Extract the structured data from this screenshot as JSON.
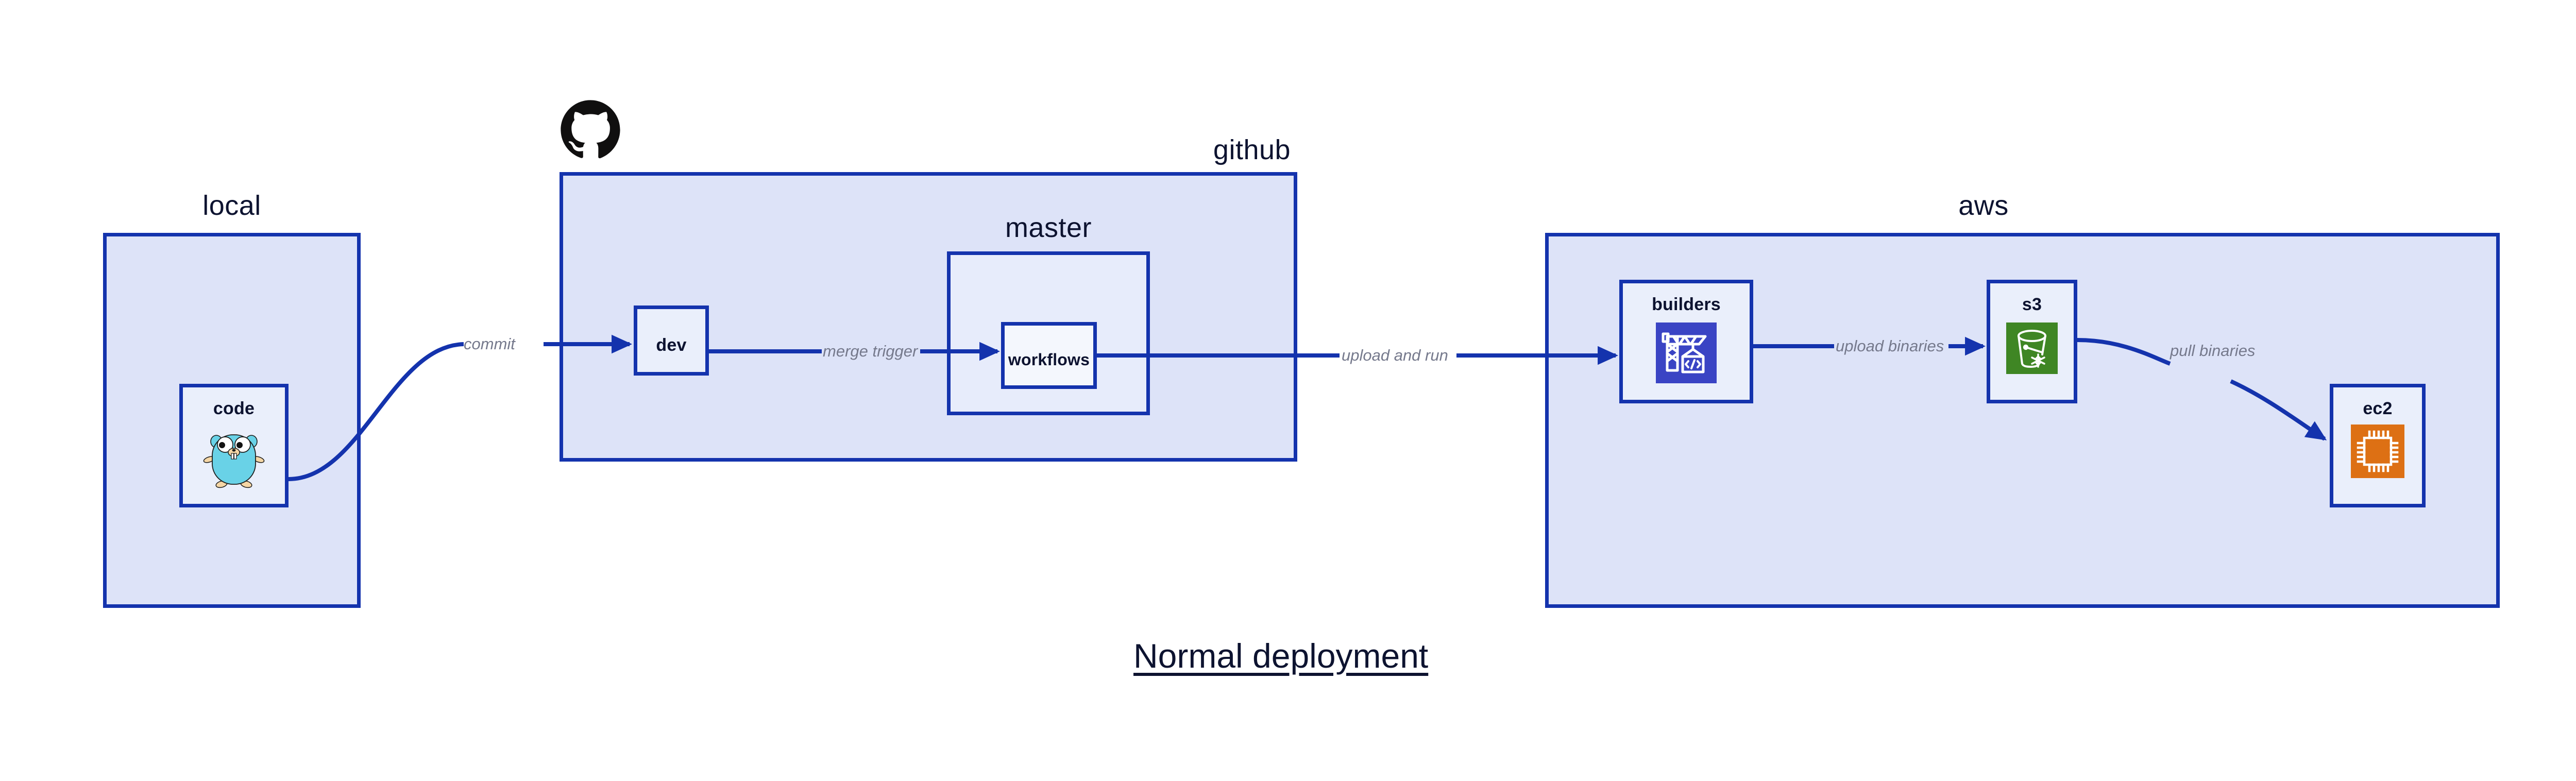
{
  "title": "Normal deployment",
  "colors": {
    "group_fill": "#dde3f8",
    "group_inner_fill": "#e7ecfb",
    "node_fill": "#eaeffb",
    "stroke": "#1433ad",
    "edge_label": "#75798c",
    "text": "#0d1330",
    "codebuild_icon": "#3a44c4",
    "s3_icon": "#3f8624",
    "ec2_icon": "#dd7014",
    "gopher_body": "#69d2e7",
    "gopher_limb": "#f5d6a5",
    "github_logo": "#100f0f"
  },
  "groups": {
    "local": {
      "label": "local"
    },
    "github": {
      "label": "github"
    },
    "master": {
      "label": "master"
    },
    "aws": {
      "label": "aws"
    }
  },
  "nodes": {
    "code": {
      "label": "code",
      "icon": "go-gopher-icon"
    },
    "dev": {
      "label": "dev",
      "icon": null
    },
    "workflows": {
      "label": "workflows",
      "icon": null
    },
    "builders": {
      "label": "builders",
      "icon": "aws-codebuild-icon"
    },
    "s3": {
      "label": "s3",
      "icon": "aws-s3-glacier-icon"
    },
    "ec2": {
      "label": "ec2",
      "icon": "aws-ec2-chip-icon"
    }
  },
  "edges": [
    {
      "label": "commit",
      "from": "code",
      "to": "dev"
    },
    {
      "label": "merge trigger",
      "from": "dev",
      "to": "workflows"
    },
    {
      "label": "upload and run",
      "from": "workflows",
      "to": "builders"
    },
    {
      "label": "upload binaries",
      "from": "builders",
      "to": "s3"
    },
    {
      "label": "pull binaries",
      "from": "s3",
      "to": "ec2"
    }
  ],
  "logos": {
    "github": "github-octocat-logo"
  }
}
